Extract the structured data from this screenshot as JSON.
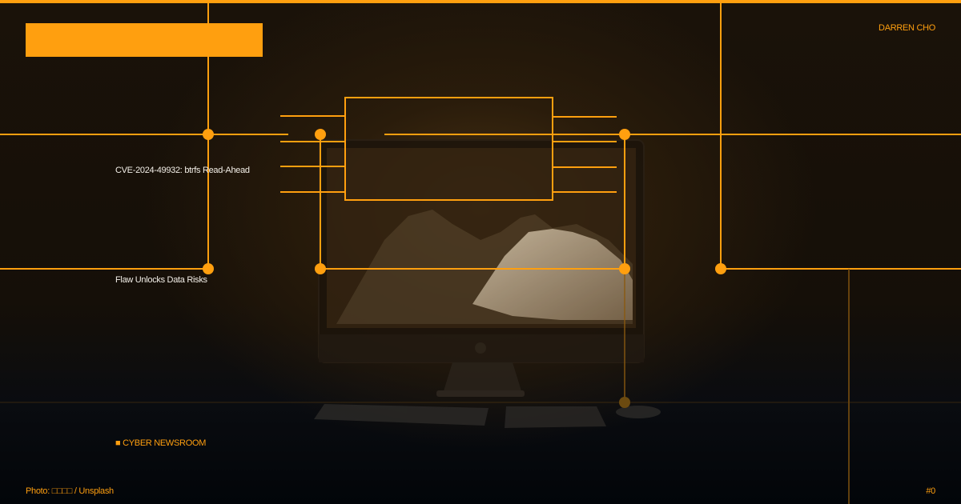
{
  "card": {
    "author": "DARREN CHO",
    "headline_line1": "CVE-2024-49932: btrfs Read-Ahead",
    "headline_line2": "Flaw Unlocks Data Risks",
    "brand": "■ CYBER NEWSROOM",
    "photo_credit": "Photo: □□□□ / Unsplash",
    "page_number": "#0"
  },
  "colors": {
    "accent": "#ff9f0f",
    "background": "#150f08",
    "text": "#f3efe8"
  },
  "icons": {
    "brand_mark": "square-glyph",
    "photo_subject": "desktop-computer-with-mountain-wallpaper"
  }
}
